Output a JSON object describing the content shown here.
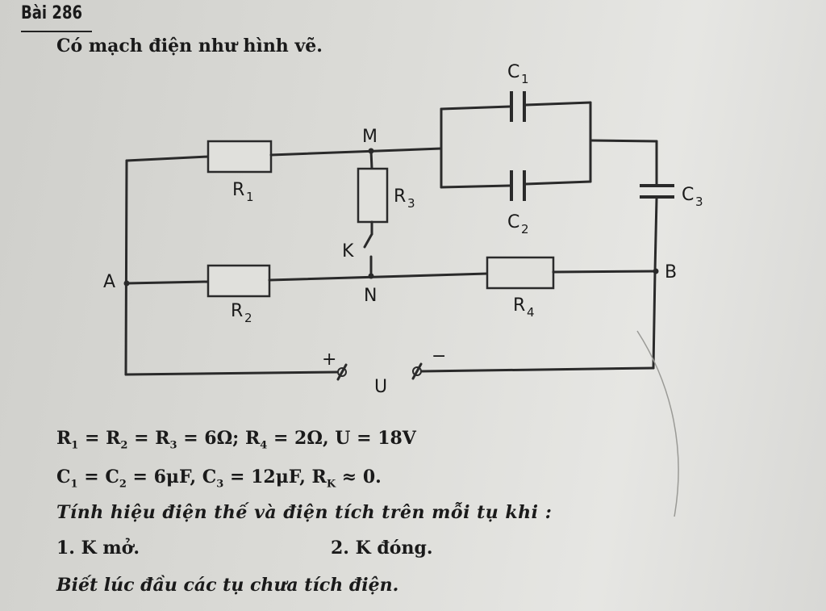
{
  "problem": {
    "title": "Bài 286",
    "intro": "Có mạch điện như hình vẽ."
  },
  "circuit": {
    "labels": {
      "C1": "C",
      "C1_sub": "1",
      "C2": "C",
      "C2_sub": "2",
      "C3": "C",
      "C3_sub": "3",
      "R1": "R",
      "R1_sub": "1",
      "R2": "R",
      "R2_sub": "2",
      "R3": "R",
      "R3_sub": "3",
      "R4": "R",
      "R4_sub": "4",
      "M": "M",
      "N": "N",
      "K": "K",
      "A": "A",
      "B": "B",
      "U": "U",
      "plus": "+",
      "minus": "−"
    }
  },
  "given": {
    "line1": [
      "R",
      "1",
      " = R",
      "2",
      " = R",
      "3",
      " = 6Ω; R",
      "4",
      " = 2Ω, U = 18V"
    ],
    "line2": [
      "C",
      "1",
      " = C",
      "2",
      " = 6μF, C",
      "3",
      " = 12μF, R",
      "K",
      " ≈ 0."
    ]
  },
  "question": {
    "prompt": "Tính hiệu điện thế và điện tích trên mỗi tụ khi :",
    "case1": "1. K mở.",
    "case2": "2. K đóng.",
    "note": "Biết lúc đầu các tụ chưa tích điện."
  }
}
